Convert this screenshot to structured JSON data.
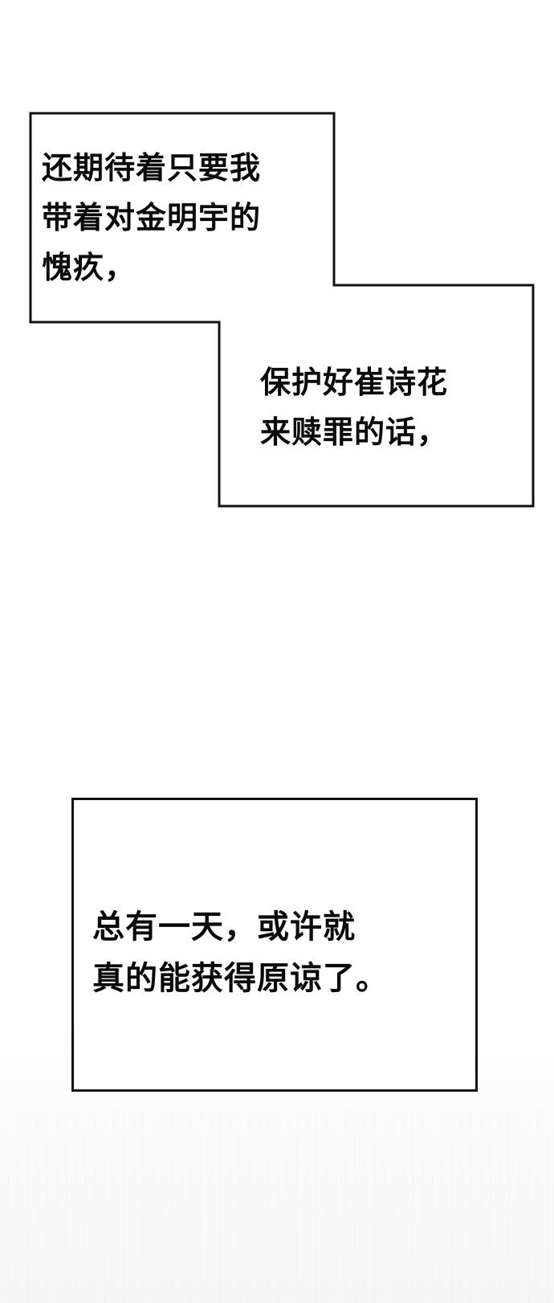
{
  "panels": [
    {
      "lines": [
        "还期待着只要我",
        "带着对金明宇的",
        "愧疚，"
      ]
    },
    {
      "lines": [
        "保护好崔诗花",
        "来赎罪的话，"
      ]
    },
    {
      "lines": [
        "总有一天，或许就",
        "真的能获得原谅了。"
      ]
    }
  ],
  "colors": {
    "background": "#ffffff",
    "border": "#111111",
    "text": "#0a0a0a"
  }
}
